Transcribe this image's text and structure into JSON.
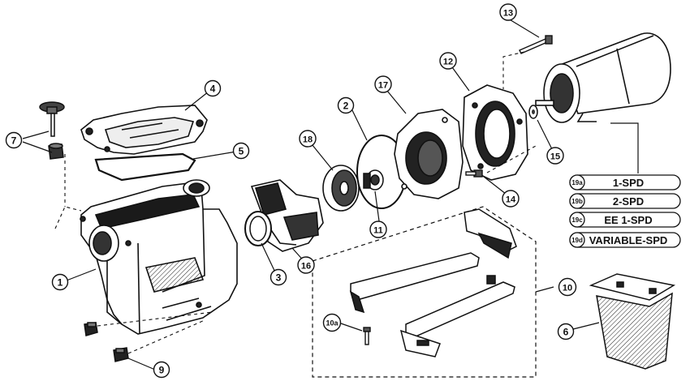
{
  "callouts": {
    "c1": "1",
    "c2": "2",
    "c3": "3",
    "c4": "4",
    "c5": "5",
    "c6": "6",
    "c7": "7",
    "c9": "9",
    "c10": "10",
    "c10a": "10a",
    "c11": "11",
    "c12": "12",
    "c13": "13",
    "c14": "14",
    "c15": "15",
    "c16": "16",
    "c17": "17",
    "c18": "18"
  },
  "motor_options": [
    {
      "code": "19a",
      "label": "1-SPD"
    },
    {
      "code": "19b",
      "label": "2-SPD"
    },
    {
      "code": "19c",
      "label": "EE 1-SPD"
    },
    {
      "code": "19d",
      "label": "VARIABLE-SPD"
    }
  ]
}
